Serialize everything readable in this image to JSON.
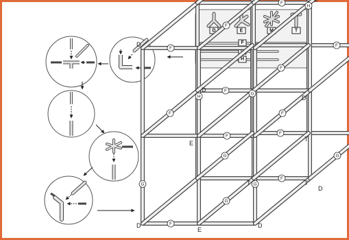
{
  "legend": {
    "connectors": [
      {
        "id": "D",
        "label": "D",
        "icon": "three-way-corner-connector-icon"
      },
      {
        "id": "E",
        "label": "E",
        "icon": "four-way-edge-connector-icon"
      },
      {
        "id": "M",
        "label": "M",
        "icon": "six-way-center-connector-icon"
      },
      {
        "id": "T",
        "label": "T",
        "icon": "straight-tee-connector-icon"
      }
    ],
    "poles": [
      {
        "id": "F",
        "label": "F"
      },
      {
        "id": "G",
        "label": "G"
      },
      {
        "id": "H",
        "label": "H"
      }
    ]
  },
  "steps": [
    {
      "id": "step-1",
      "description_icon": "insert-pole-into-corner-icon"
    },
    {
      "id": "step-2",
      "description_icon": "insert-pole-into-tee-icon"
    },
    {
      "id": "step-3",
      "description_icon": "join-pole-segments-icon"
    },
    {
      "id": "step-4",
      "description_icon": "insert-pole-into-m-connector-icon"
    },
    {
      "id": "step-5",
      "description_icon": "insert-pole-into-d-connector-icon"
    }
  ],
  "frame_labels": {
    "corner_d": "D",
    "edge_e": "E",
    "center_m": "M",
    "tee_t": "T",
    "pole_f": "F",
    "pole_g": "G",
    "pole_h": "H"
  },
  "colors": {
    "border": "#e06a3a",
    "line": "#333333",
    "panel": "#f2f2f2"
  }
}
